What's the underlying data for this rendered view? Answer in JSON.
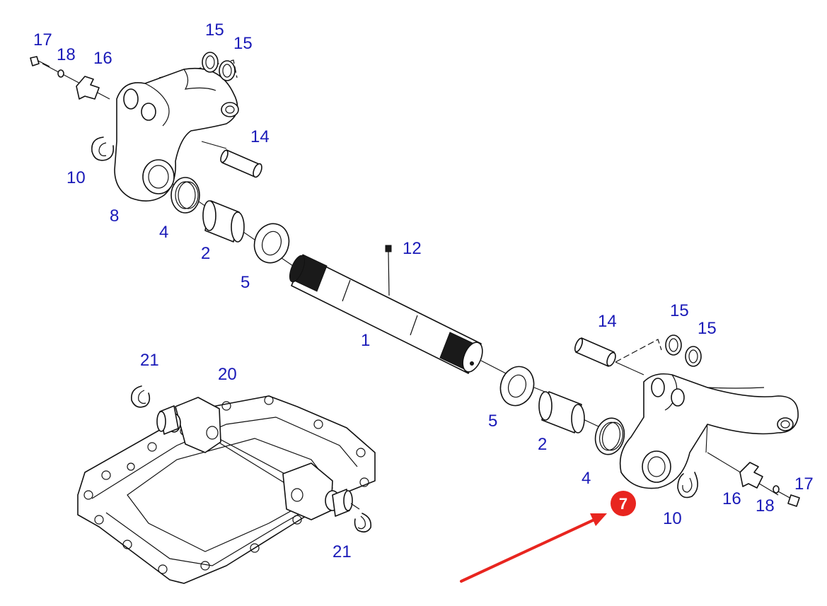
{
  "labels": {
    "l1": "1",
    "l2a": "2",
    "l2b": "2",
    "l4a": "4",
    "l4b": "4",
    "l5a": "5",
    "l5b": "5",
    "l8": "8",
    "l10a": "10",
    "l10b": "10",
    "l12": "12",
    "l14a": "14",
    "l14b": "14",
    "l15a": "15",
    "l15b": "15",
    "l15c": "15",
    "l15d": "15",
    "l16a": "16",
    "l16b": "16",
    "l17a": "17",
    "l17b": "17",
    "l18a": "18",
    "l18b": "18",
    "l20": "20",
    "l21a": "21",
    "l21b": "21"
  },
  "marker": {
    "text": "7",
    "color": "#e8251f"
  },
  "colors": {
    "label": "#1a1ab8",
    "line": "#111111",
    "arrow": "#e8251f"
  }
}
